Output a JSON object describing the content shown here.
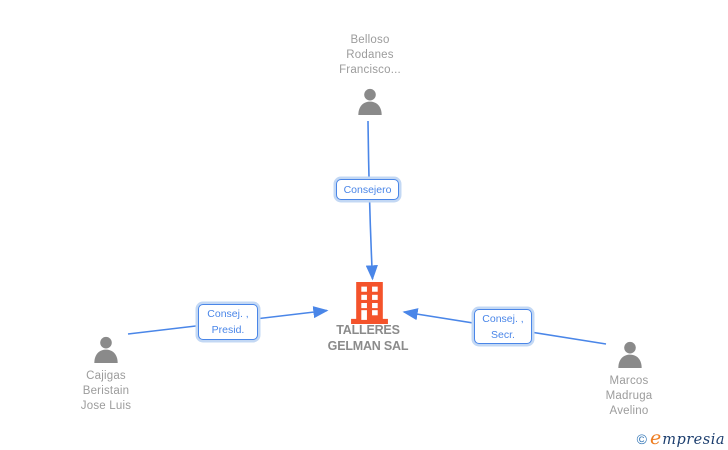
{
  "diagram_type": "corporate-relationship-graph",
  "colors": {
    "accent_blue": "#4a86e8",
    "label_glow_blue": "#c3d8f4",
    "icon_gray": "#8a8a8a",
    "name_gray": "#9c9c9c",
    "company_gray": "#8b8b8b",
    "building_orange": "#f4532b"
  },
  "company": {
    "line1": "TALLERES",
    "line2": "GELMAN SAL"
  },
  "people": {
    "top": {
      "line1": "Belloso",
      "line2": "Rodanes",
      "line3": "Francisco..."
    },
    "left": {
      "line1": "Cajigas",
      "line2": "Beristain",
      "line3": "Jose Luis"
    },
    "right": {
      "line1": "Marcos",
      "line2": "Madruga",
      "line3": "Avelino"
    }
  },
  "roles": {
    "top": {
      "label": "Consejero"
    },
    "left": {
      "line1": "Consej. ,",
      "line2": "Presid."
    },
    "right": {
      "line1": "Consej. ,",
      "line2": "Secr."
    }
  },
  "watermark": {
    "copyright": "©",
    "brand_first": "e",
    "brand_rest": "mpresia"
  }
}
